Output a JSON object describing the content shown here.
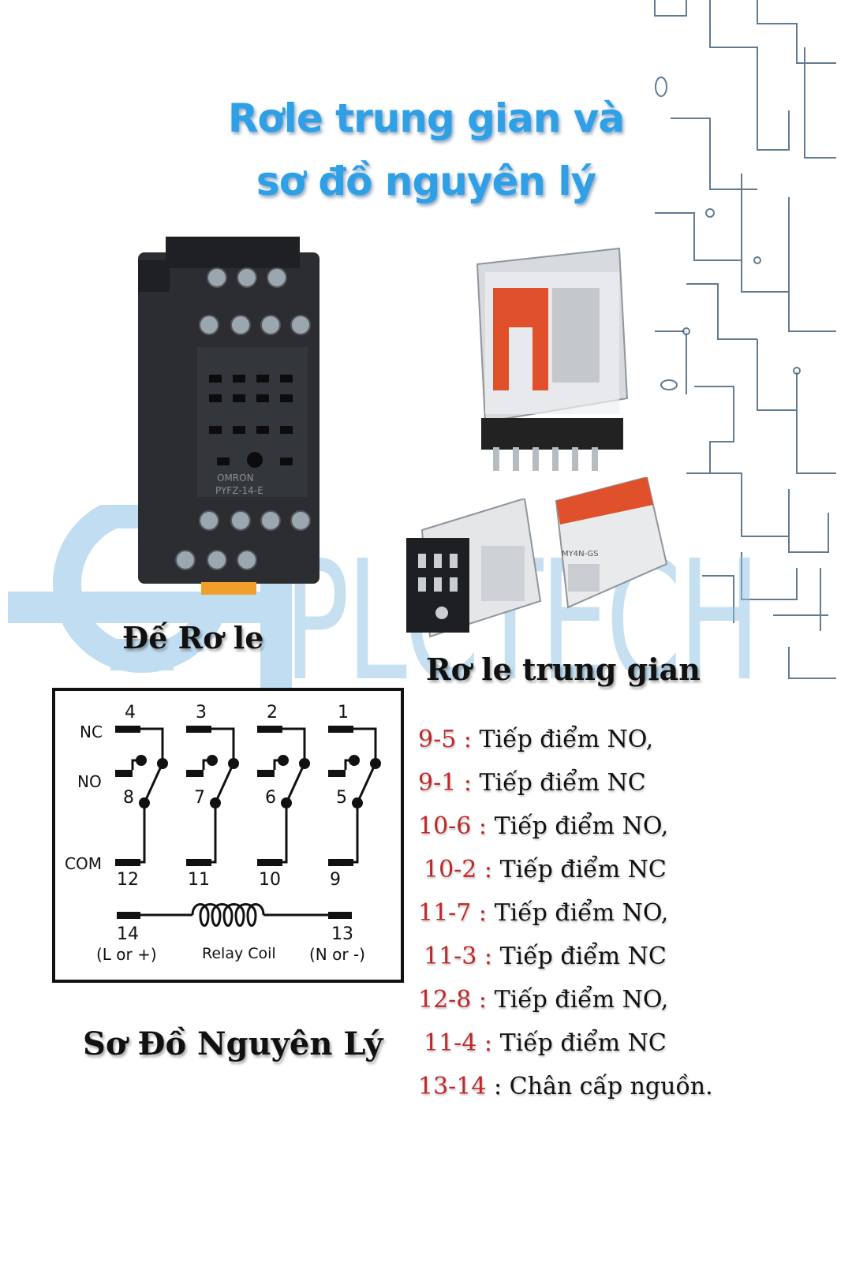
{
  "title": {
    "line1": "Rơle trung gian và",
    "line2": "sơ đồ nguyên lý"
  },
  "watermark": {
    "text": "PLCTECH",
    "color": "#8fc3e6"
  },
  "captions": {
    "socket": "Đế Rơ le",
    "relay": "Rơ le trung gian",
    "schematic": "Sơ Đồ Nguyên Lý"
  },
  "socket_labels": {
    "brand": "OMRON",
    "model": "PYFZ-14-E"
  },
  "relay_labels": {
    "model": "MY4N-GS"
  },
  "schematic": {
    "row_labels": {
      "nc": "NC",
      "no": "NO",
      "com": "COM"
    },
    "nc_pins": [
      "4",
      "3",
      "2",
      "1"
    ],
    "no_pins": [
      "8",
      "7",
      "6",
      "5"
    ],
    "com_pins": [
      "12",
      "11",
      "10",
      "9"
    ],
    "coil": {
      "pin_left": "14",
      "pin_left_note": "(L or +)",
      "label": "Relay Coil",
      "pin_right": "13",
      "pin_right_note": "(N or -)"
    }
  },
  "legend": [
    {
      "pins": "9-5 :",
      "text": " Tiếp điểm NO,"
    },
    {
      "pins": "9-1 :",
      "text": " Tiếp điểm NC"
    },
    {
      "pins": "10-6 :",
      "text": " Tiếp điểm NO,"
    },
    {
      "pins": "10-2 :",
      "text": " Tiếp điểm NC"
    },
    {
      "pins": "11-7 :",
      "text": " Tiếp điểm NO,"
    },
    {
      "pins": "11-3 :",
      "text": " Tiếp điểm NC"
    },
    {
      "pins": "12-8 :",
      "text": " Tiếp điểm NO,"
    },
    {
      "pins": "11-4 :",
      "text": " Tiếp điểm NC"
    },
    {
      "pins": "13-14",
      "text": " : Chân cấp nguồn."
    }
  ],
  "colors": {
    "title": "#2f9fe6",
    "pins": "#c0282a",
    "relay_accent": "#e0502a",
    "socket": "#2b2d31",
    "circuit": "#2e4f6b"
  }
}
